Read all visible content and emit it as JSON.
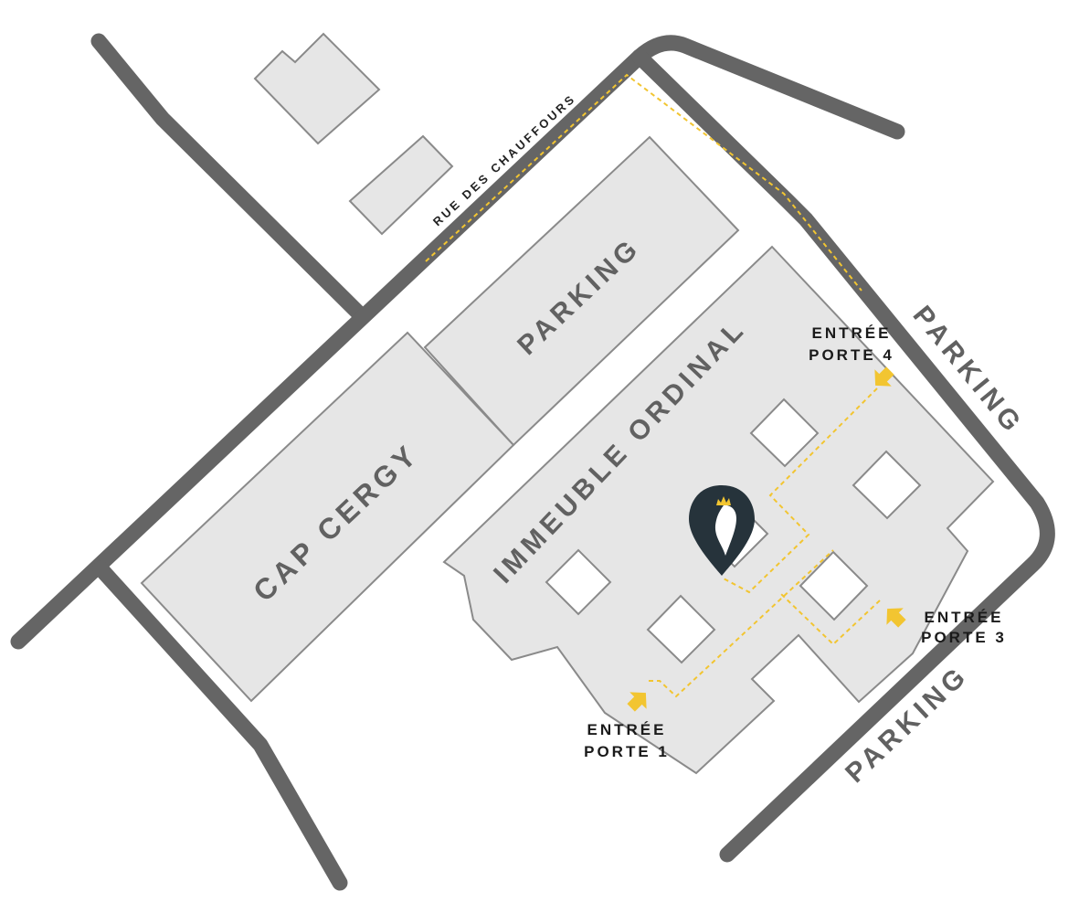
{
  "street": {
    "label": "RUE DES CHAUFFOURS"
  },
  "buildings": {
    "parking_block": "PARKING",
    "cap_cergy": "CAP CERGY",
    "immeuble": "IMMEUBLE ORDINAL"
  },
  "parkings": {
    "east": "PARKING",
    "southeast": "PARKING"
  },
  "entrances": {
    "porte_4": {
      "line1": "ENTRÉE",
      "line2": "PORTE 4"
    },
    "porte_3": {
      "line1": "ENTRÉE",
      "line2": "PORTE 3"
    },
    "porte_1": {
      "line1": "ENTRÉE",
      "line2": "PORTE 1"
    }
  },
  "colors": {
    "road": "#656565",
    "building_fill": "#e6e6e6",
    "building_stroke": "#8a8a8a",
    "route": "#f2c531",
    "marker": "#26333b",
    "rooster": "#ffffff",
    "comb": "#f2c531"
  },
  "icons": {
    "marker": "location-pin-icon",
    "entrance_arrow": "arrow-icon"
  }
}
